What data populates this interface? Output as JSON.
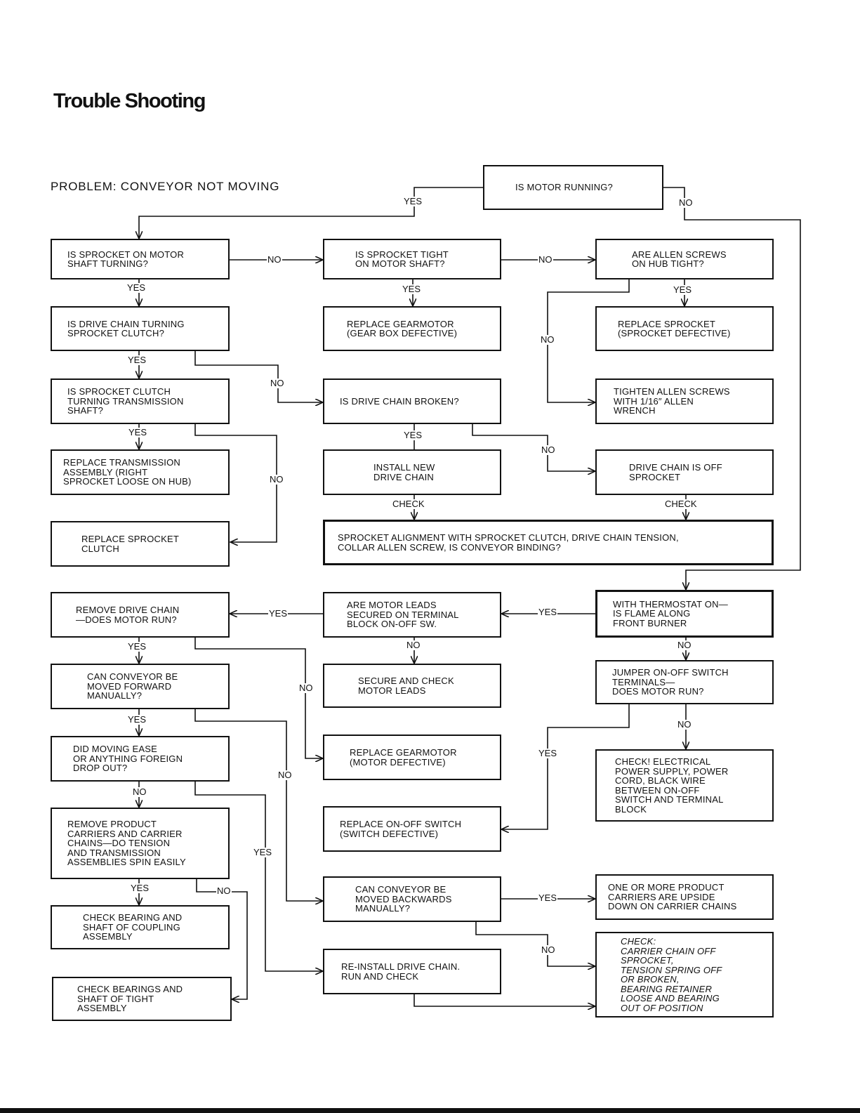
{
  "title": "Trouble Shooting",
  "problem": "PROBLEM:  CONVEYOR  NOT  MOVING",
  "boxes": {
    "motor_running": "IS MOTOR RUNNING?",
    "sprocket_turning": "IS SPROCKET ON MOTOR\nSHAFT TURNING?",
    "sprocket_tight": "IS SPROCKET TIGHT\nON MOTOR SHAFT?",
    "allen_tight": "ARE ALLEN SCREWS\nON HUB TIGHT?",
    "chain_turning_clutch": "IS DRIVE CHAIN TURNING\nSPROCKET CLUTCH?",
    "replace_gearmotor_gearbox": "REPLACE GEARMOTOR\n(GEAR BOX DEFECTIVE)",
    "replace_sprocket": "REPLACE SPROCKET\n(SPROCKET DEFECTIVE)",
    "clutch_turning_trans": "IS SPROCKET CLUTCH\nTURNING TRANSMISSION\nSHAFT?",
    "chain_broken": "IS DRIVE CHAIN BROKEN?",
    "tighten_allen": "TIGHTEN ALLEN SCREWS\nWITH 1/16″ ALLEN\nWRENCH",
    "replace_transmission": "REPLACE TRANSMISSION\nASSEMBLY (RIGHT\nSPROCKET LOOSE ON HUB)",
    "install_chain": "INSTALL NEW\nDRIVE CHAIN",
    "chain_off_sprocket": "DRIVE CHAIN IS OFF\nSPROCKET",
    "replace_clutch": "REPLACE SPROCKET\nCLUTCH",
    "sprocket_alignment": "SPROCKET ALIGNMENT WITH SPROCKET CLUTCH, DRIVE CHAIN TENSION,\nCOLLAR ALLEN SCREW, IS CONVEYOR BINDING?",
    "remove_chain_motor_run": "REMOVE DRIVE CHAIN\n—DOES MOTOR RUN?",
    "motor_leads_secured": "ARE MOTOR LEADS\nSECURED ON TERMINAL\nBLOCK ON-OFF SW.",
    "thermostat_flame": "WITH THERMOSTAT ON—\nIS FLAME ALONG\nFRONT BURNER",
    "conveyor_forward": "CAN CONVEYOR BE\nMOVED FORWARD\nMANUALLY?",
    "secure_leads": "SECURE AND CHECK\nMOTOR LEADS",
    "jumper_switch": "JUMPER ON-OFF SWITCH\nTERMINALS—\nDOES MOTOR RUN?",
    "moving_ease": "DID MOVING EASE\nOR ANYTHING FOREIGN\nDROP OUT?",
    "replace_gearmotor_motor": "REPLACE GEARMOTOR\n(MOTOR DEFECTIVE)",
    "check_electrical": "CHECK! ELECTRICAL\nPOWER SUPPLY, POWER\nCORD, BLACK WIRE\nBETWEEN ON-OFF\nSWITCH AND TERMINAL\nBLOCK",
    "remove_carriers": "REMOVE PRODUCT\nCARRIERS AND CARRIER\nCHAINS—DO TENSION\nAND TRANSMISSION\nASSEMBLIES SPIN EASILY",
    "replace_switch": "REPLACE ON-OFF SWITCH\n(SWITCH DEFECTIVE)",
    "conveyor_backwards": "CAN CONVEYOR BE\nMOVED BACKWARDS\nMANUALLY?",
    "carriers_upside_down": "ONE OR MORE PRODUCT\nCARRIERS ARE UPSIDE\nDOWN ON CARRIER CHAINS",
    "check_bearing_coupling": "CHECK BEARING AND\nSHAFT OF COUPLING\nASSEMBLY",
    "reinstall_chain": "RE-INSTALL DRIVE CHAIN.\nRUN AND CHECK",
    "check_carrier_chain": "CHECK:\nCARRIER CHAIN OFF\nSPROCKET,\nTENSION SPRING OFF\nOR BROKEN,\nBEARING RETAINER\nLOOSE AND BEARING\nOUT OF POSITION",
    "check_bearings_tight": "CHECK BEARINGS AND\nSHAFT OF TIGHT\nASSEMBLY"
  },
  "labels": {
    "yes": "YES",
    "no": "NO",
    "check": "CHECK"
  }
}
